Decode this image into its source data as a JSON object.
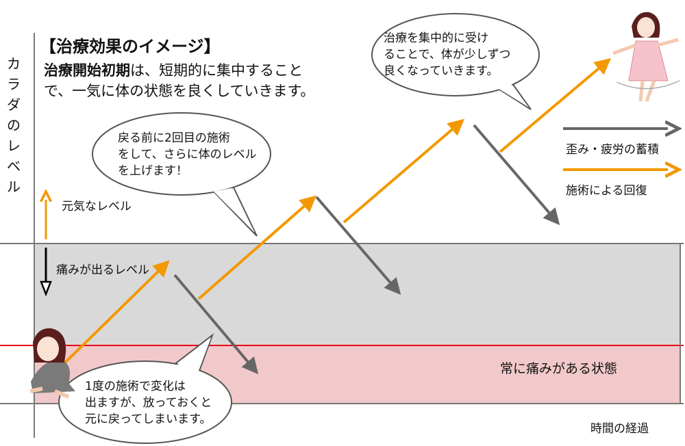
{
  "title": "【治療効果のイメージ】",
  "intro": {
    "bold": "治療開始初期",
    "rest1": "は、短期的に集中すること",
    "line2": "で、一気に体の状態を良くしていきます。"
  },
  "y_axis_label": "カラダのレベル",
  "x_axis_label": "時間の経過",
  "levels": {
    "good": "元気なレベル",
    "pain": "痛みが出るレベル",
    "chronic": "常に痛みがある状態"
  },
  "legend": {
    "fatigue": "歪み・疲労の蓄積",
    "recovery": "施術による回復"
  },
  "bubbles": {
    "first": [
      "1度の施術で変化は",
      "出ますが、放っておくと",
      "元に戻ってしまいます。"
    ],
    "second": [
      "戻る前に2回目の施術",
      "をして、さらに体のレベル",
      "を上げます！"
    ],
    "third": [
      "治療を集中的に受け",
      "ることで、体が少しずつ",
      "良くなっていきます。"
    ]
  },
  "colors": {
    "recovery": "#f39800",
    "fatigue": "#666666",
    "pain_band": "#d9d9d9",
    "chronic_band": "#f2c9cb",
    "chronic_line": "#e60012"
  }
}
